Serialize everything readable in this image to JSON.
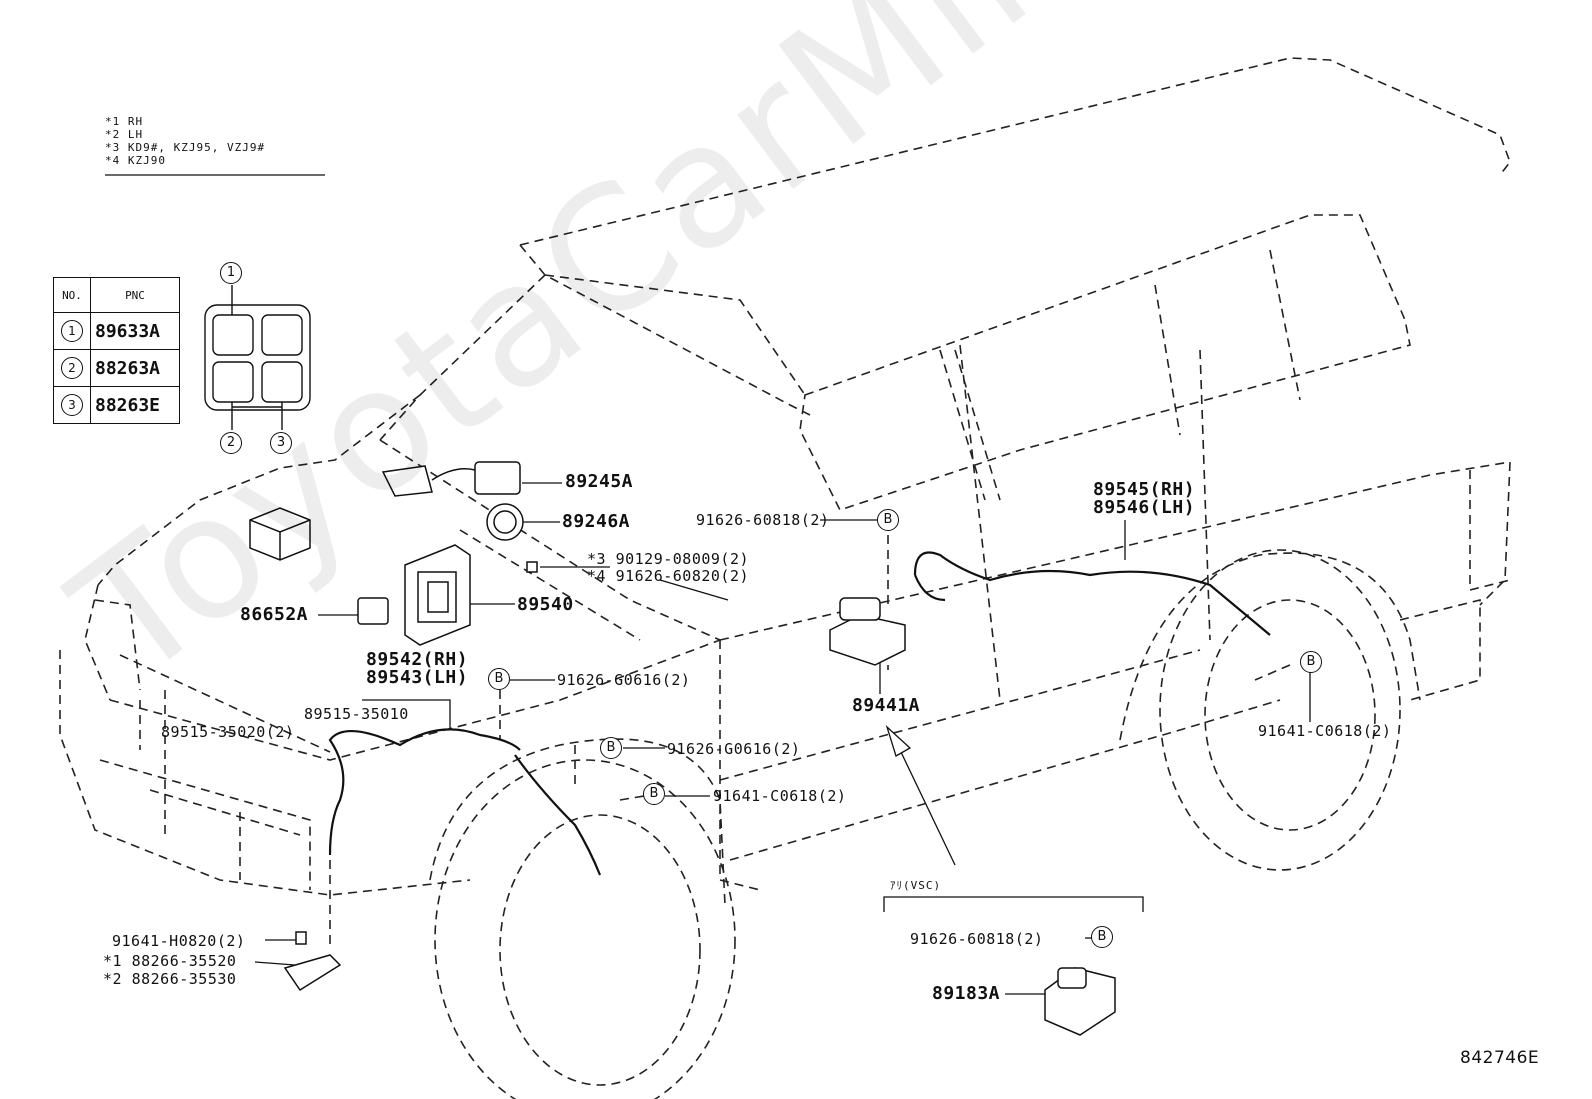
{
  "notes": [
    "*1 RH",
    "*2 LH",
    "*3 KD9#, KZJ95, VZJ9#",
    "*4 KZJ90"
  ],
  "legend": {
    "header_no": "NO.",
    "header_pnc": "PNC",
    "rows": [
      {
        "no": "1",
        "pnc": "89633A"
      },
      {
        "no": "2",
        "pnc": "88263A"
      },
      {
        "no": "3",
        "pnc": "88263E"
      }
    ]
  },
  "switch_callouts": [
    "1",
    "2",
    "3"
  ],
  "parts": {
    "p89245A": "89245A",
    "p89246A": "89246A",
    "p90129": "*3 90129-08009(2)",
    "p91626_60820": "*4 91626-60820(2)",
    "p91626_60818_top": "91626-60818(2)",
    "p86652A": "86652A",
    "p89540": "89540",
    "p89542": "89542(RH)",
    "p89543": "89543(LH)",
    "p91626_G0616_a": "91626-G0616(2)",
    "p89515_35010": "89515-35010",
    "p89515_35020": "89515-35020(2)",
    "p91626_G0616_b": "91626-G0616(2)",
    "p91641_C0618_front": "91641-C0618(2)",
    "p89441A": "89441A",
    "p89545": "89545(RH)",
    "p89546": "89546(LH)",
    "p91641_C0618_rear": "91641-C0618(2)",
    "p91641_H0820": "91641-H0820(2)",
    "p88266_35520": "*1 88266-35520",
    "p88266_35530": "*2 88266-35530",
    "vsc_label": "ｱﾘ(VSC)",
    "p91626_60818_vsc": "91626-60818(2)",
    "p89183A": "89183A"
  },
  "badge_letter": "B",
  "watermark": "ToyotaCarMine.ru",
  "figure_id": "842746E"
}
